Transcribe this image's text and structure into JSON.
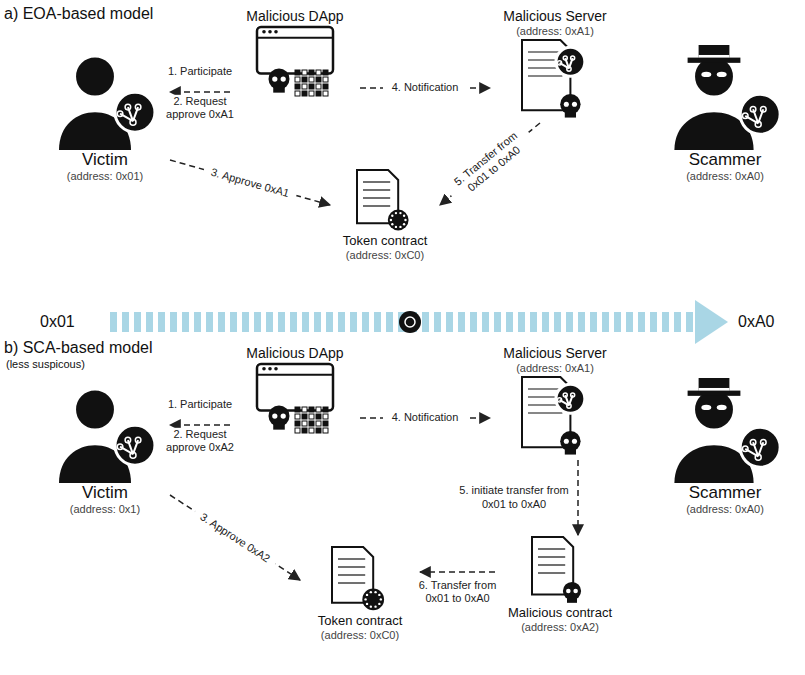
{
  "diagram": {
    "nodes": [
      {
        "text": [
          "Victim",
          "(address: 0x01)"
        ]
      },
      {
        "text": [
          "Malicious DApp"
        ]
      },
      {
        "text": [
          "Malicious Server",
          "(address: 0xA1)"
        ]
      },
      {
        "text": [
          "Scammer",
          "(address: 0xA0)"
        ]
      },
      {
        "text": [
          "Token contract",
          "(address: 0xC0)"
        ]
      },
      {
        "text": [
          "Victim",
          "(address: 0x1)"
        ]
      },
      {
        "text": [
          "Malicious DApp"
        ]
      },
      {
        "text": [
          "Malicious Server",
          "(address: 0xA1)"
        ]
      },
      {
        "text": [
          "Scammer",
          "(address: 0xA0)"
        ]
      },
      {
        "text": [
          "Token contract",
          "(address: 0xC0)"
        ]
      },
      {
        "text": [
          "Malicious contract",
          "(address: 0xA2)"
        ]
      }
    ],
    "edges": [
      {
        "from": 0,
        "to": 1,
        "arrow": "to",
        "label": "1. Participate"
      },
      {
        "from": 1,
        "to": 0,
        "arrow": "to",
        "label": "2. Request approve 0xA1"
      },
      {
        "from": 0,
        "to": 4,
        "arrow": "to",
        "label": "3. Approve 0xA1"
      },
      {
        "from": 1,
        "to": 2,
        "arrow": "to",
        "label": "4. Notification"
      },
      {
        "from": 2,
        "to": 4,
        "arrow": "to",
        "label": "5. Transfer from 0x01 to 0xA0"
      },
      {
        "from": 5,
        "to": 6,
        "arrow": "to",
        "label": "1. Participate"
      },
      {
        "from": 6,
        "to": 5,
        "arrow": "to",
        "label": "2. Request approve 0xA2"
      },
      {
        "from": 5,
        "to": 9,
        "arrow": "to",
        "label": "3. Approve 0xA2"
      },
      {
        "from": 6,
        "to": 7,
        "arrow": "to",
        "label": "4. Notification"
      },
      {
        "from": 7,
        "to": 10,
        "arrow": "to",
        "label": "5. initiate transfer from 0x01 to 0xA0"
      },
      {
        "from": 10,
        "to": 9,
        "arrow": "to",
        "label": "6. Transfer from 0x01 to 0xA0"
      }
    ],
    "labels": [
      "a) EOA-based model",
      "0x01",
      "0xA0",
      "b) SCA-based model",
      "(less suspicous)"
    ]
  }
}
